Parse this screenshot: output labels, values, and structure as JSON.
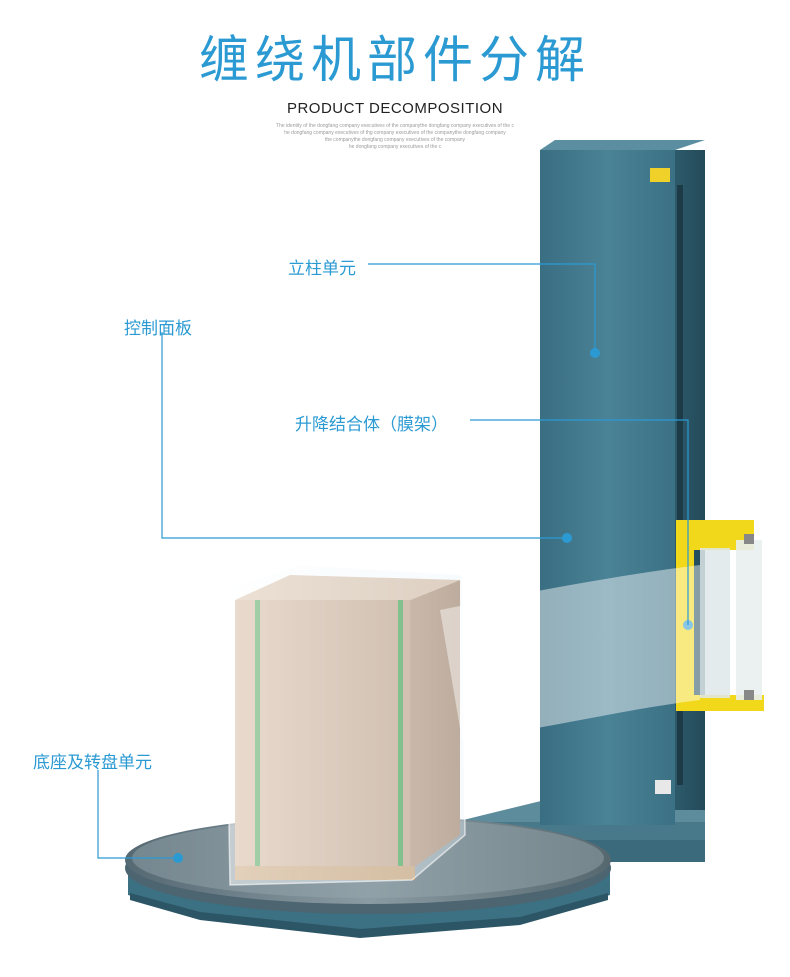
{
  "header": {
    "title": "缠绕机部件分解",
    "subtitle": "PRODUCT DECOMPOSITION",
    "fine_print": [
      "The identity of the dongfang company executives of the companythe dongfang company executives of the c",
      "he dongfang company executives of thg company executives of the companythe dongfang company",
      "the companythe dongfang company executives of the company",
      "he dongfang company executives of the c"
    ]
  },
  "callouts": {
    "column_unit": "立柱单元",
    "control_panel": "控制面板",
    "lift_assembly": "升降结合体（膜架）",
    "base_turntable": "底座及转盘单元"
  },
  "colors": {
    "accent": "#2b9ad3",
    "machine_steel": "#3f7487",
    "carriage_yellow": "#f2d81a",
    "carton": "#c9a78a"
  }
}
